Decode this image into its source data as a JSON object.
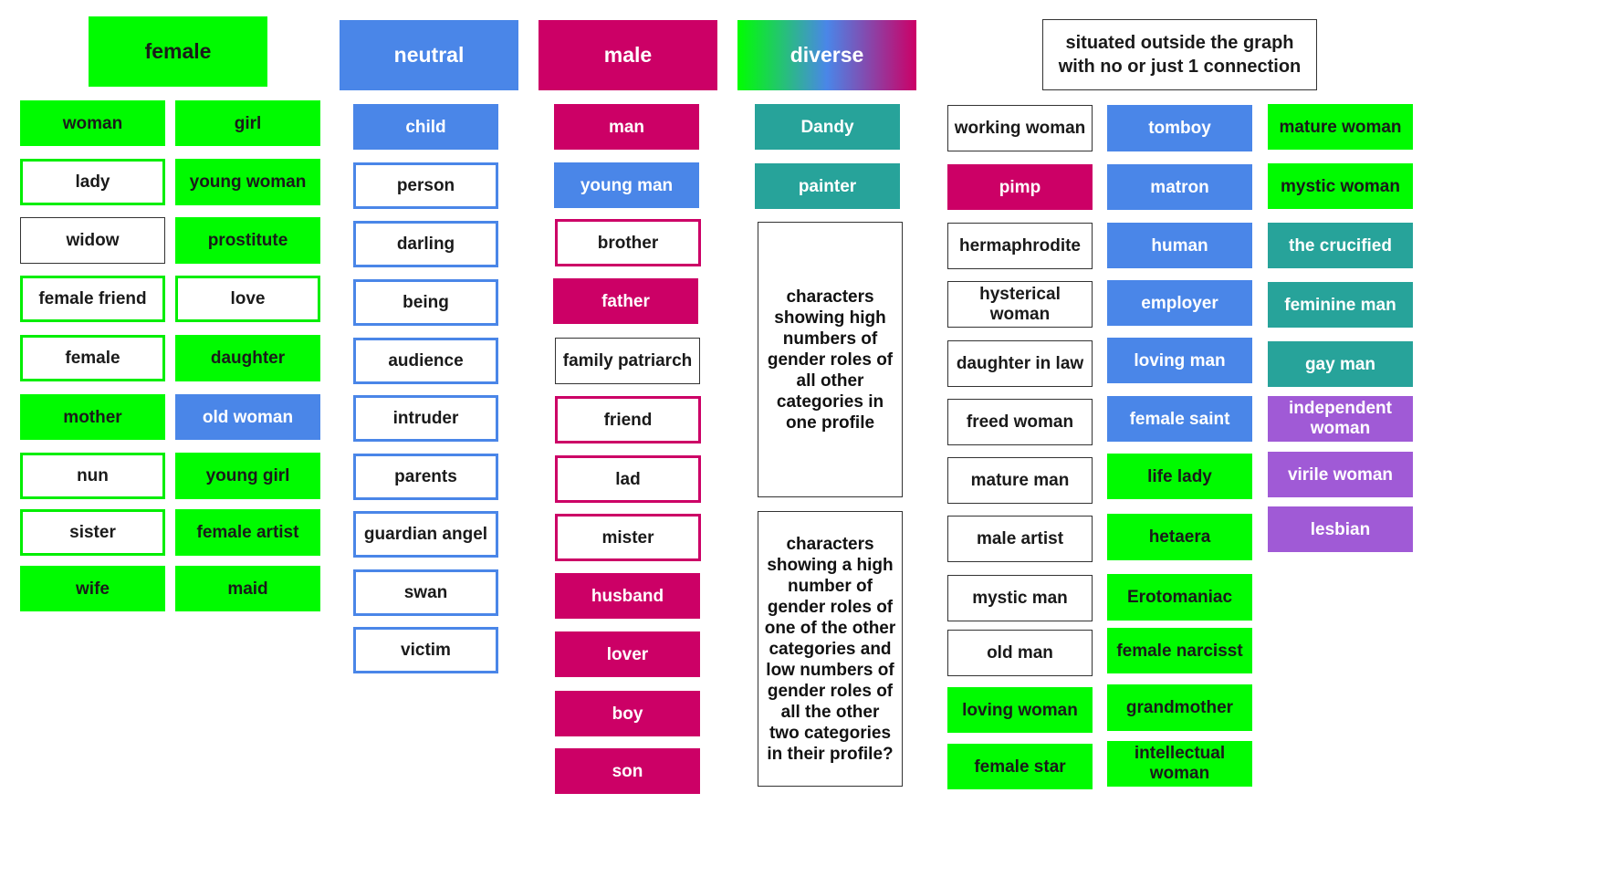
{
  "headers": {
    "female": "female",
    "neutral": "neutral",
    "male": "male",
    "diverse": "diverse",
    "outside": "situated outside the graph with no or just 1 connection"
  },
  "female": {
    "col1": [
      "woman",
      "lady",
      "widow",
      "female friend",
      "female",
      "mother",
      "nun",
      "sister",
      "wife"
    ],
    "col2": [
      "girl",
      "young woman",
      "prostitute",
      "love",
      "daughter",
      "old woman",
      "young girl",
      "female artist",
      "maid"
    ]
  },
  "neutral": [
    "child",
    "person",
    "darling",
    "being",
    "audience",
    "intruder",
    "parents",
    "guardian angel",
    "swan",
    "victim"
  ],
  "male": [
    "man",
    "young man",
    "brother",
    "father",
    "family patriarch",
    "friend",
    "lad",
    "mister",
    "husband",
    "lover",
    "boy",
    "son"
  ],
  "diverse": {
    "items": [
      "Dandy",
      "painter"
    ],
    "note1": "characters showing high numbers of gender roles of all other categories in one profile",
    "note2": "characters showing a high number of gender roles of one of the other categories and low numbers of gender roles of all the other two categories in their profile?"
  },
  "outside": {
    "col1": [
      "working woman",
      "pimp",
      "hermaphrodite",
      "hysterical woman",
      "daughter in law",
      "freed woman",
      "mature man",
      "male artist",
      "mystic man",
      "old man",
      "loving woman",
      "female star"
    ],
    "col2": [
      "tomboy",
      "matron",
      "human",
      "employer",
      "loving man",
      "female saint",
      "life lady",
      "hetaera",
      "Erotomaniac",
      "female narcisst",
      "grandmother",
      "intellectual woman"
    ],
    "col3": [
      "mature woman",
      "mystic woman",
      "the crucified",
      "feminine man",
      "gay man",
      "independent woman",
      "virile woman",
      "lesbian"
    ]
  },
  "colors": {
    "female_green": "#00fb00",
    "neutral_blue": "#4a86e8",
    "male_magenta": "#cc0066",
    "teal": "#27a39a",
    "purple": "#a05ad6"
  }
}
